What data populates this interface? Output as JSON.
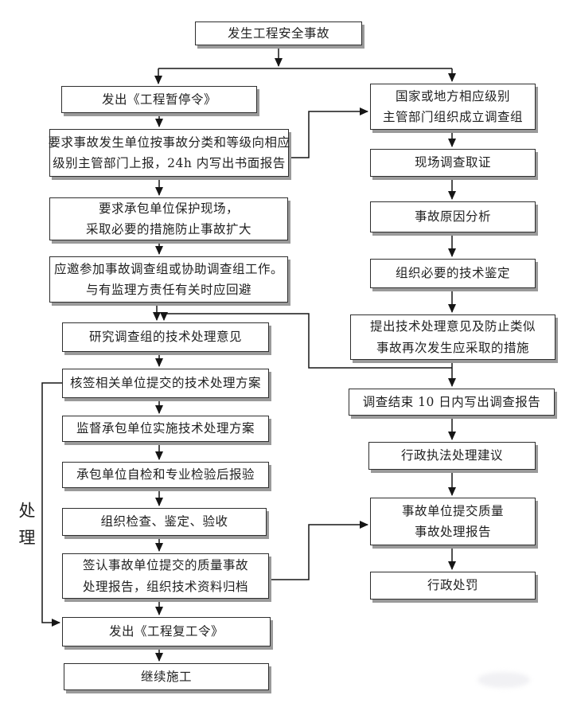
{
  "flowchart": {
    "side_label": "处理",
    "start": {
      "lines": [
        "发生工程安全事故"
      ]
    },
    "left": [
      {
        "lines": [
          "发出《工程暂停令》"
        ]
      },
      {
        "lines": [
          "要求事故发生单位按事故分类和等级向相应",
          "级别主管部门上报，24h 内写出书面报告"
        ]
      },
      {
        "lines": [
          "要求承包单位保护现场，",
          "采取必要的措施防止事故扩大"
        ]
      },
      {
        "lines": [
          "应邀参加事故调查组或协助调查组工作。",
          "与有监理方责任有关时应回避"
        ]
      },
      {
        "lines": [
          "研究调查组的技术处理意见"
        ]
      },
      {
        "lines": [
          "核签相关单位提交的技术处理方案"
        ]
      },
      {
        "lines": [
          "监督承包单位实施技术处理方案"
        ]
      },
      {
        "lines": [
          "承包单位自检和专业检验后报验"
        ]
      },
      {
        "lines": [
          "组织检查、鉴定、验收"
        ]
      },
      {
        "lines": [
          "签认事故单位提交的质量事故",
          "处理报告，组织技术资料归档"
        ]
      },
      {
        "lines": [
          "发出《工程复工令》"
        ]
      },
      {
        "lines": [
          "继续施工"
        ]
      }
    ],
    "right": [
      {
        "lines": [
          "国家或地方相应级别",
          "主管部门组织成立调查组"
        ]
      },
      {
        "lines": [
          "现场调查取证"
        ]
      },
      {
        "lines": [
          "事故原因分析"
        ]
      },
      {
        "lines": [
          "组织必要的技术鉴定"
        ]
      },
      {
        "lines": [
          "提出技术处理意见及防止类似",
          "事故再次发生应采取的措施"
        ]
      },
      {
        "lines": [
          "调查结束 10 日内写出调查报告"
        ]
      },
      {
        "lines": [
          "行政执法处理建议"
        ]
      },
      {
        "lines": [
          "事故单位提交质量",
          "事故处理报告"
        ]
      },
      {
        "lines": [
          "行政处罚"
        ]
      }
    ]
  }
}
